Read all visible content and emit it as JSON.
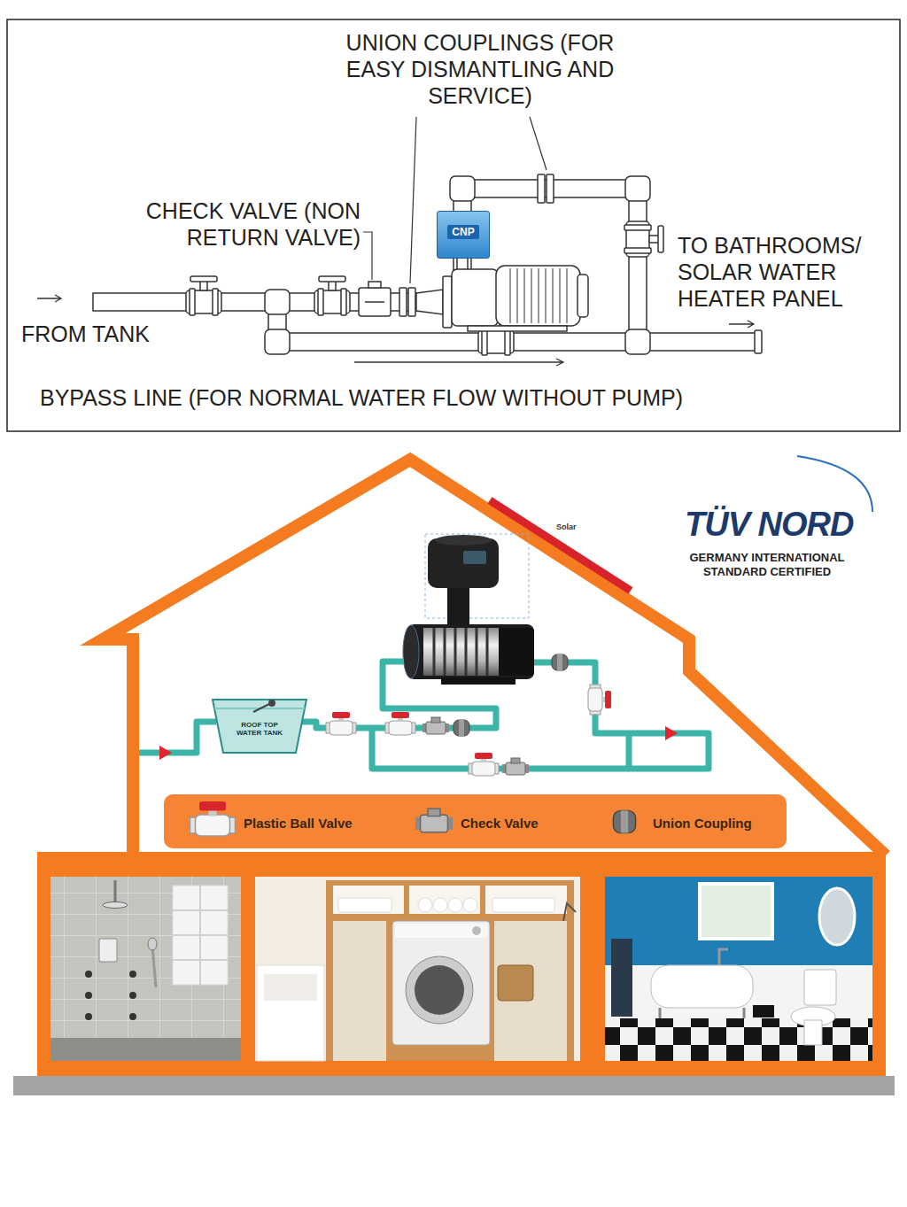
{
  "diagram": {
    "nodes": [
      {
        "text": [
          "CNP"
        ]
      },
      {
        "text": [
          "ROOF TOP WATER TANK"
        ]
      }
    ],
    "labels": [
      "UNION COUPLINGS (FOR EASY DISMANTLING AND SERVICE)",
      "CHECK VALVE (NON RETURN VALVE)",
      "FROM TANK",
      "TO BATHROOMS/ SOLAR WATER HEATER PANEL",
      "BYPASS LINE (FOR NORMAL WATER FLOW WITHOUT PUMP)",
      "Solar",
      "TÜV NORD",
      "GERMANY INTERNATIONAL STANDARD CERTIFIED"
    ],
    "legend": [
      {
        "text": "Plastic Ball Valve"
      },
      {
        "text": "Check Valve"
      },
      {
        "text": "Union Coupling"
      }
    ]
  }
}
